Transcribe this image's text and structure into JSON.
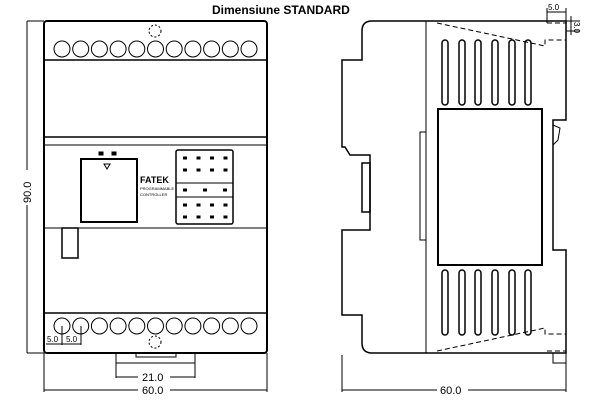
{
  "title": "Dimensiune STANDARD",
  "brand": {
    "name": "FATEK",
    "line1": "PROGRAMMABLE",
    "line2": "CONTROLLER"
  },
  "dimensions": {
    "height": "90.0",
    "width_front": "60.0",
    "rail_width": "21.0",
    "terminal_pitch_1": "5.0",
    "terminal_pitch_2": "5.0",
    "side_depth": "60.0",
    "side_top_w": "5.0",
    "side_top_h": "3.0"
  },
  "colors": {
    "line": "#000000",
    "background": "#ffffff"
  }
}
